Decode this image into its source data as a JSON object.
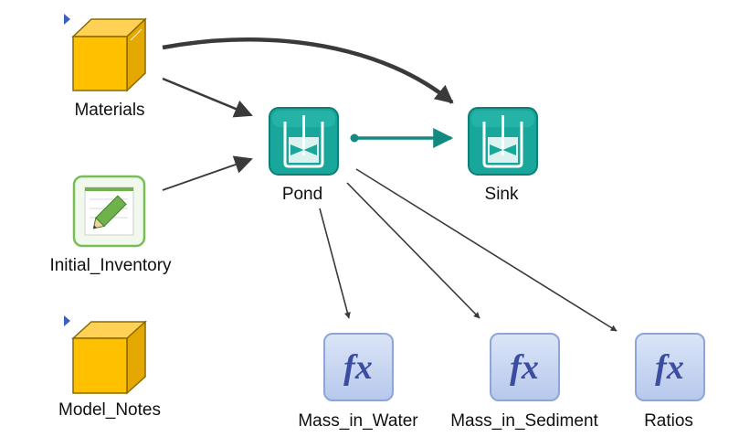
{
  "nodes": {
    "materials": {
      "label": "Materials",
      "type": "container",
      "expandable": true
    },
    "initial_inventory": {
      "label": "Initial_Inventory",
      "type": "data-input"
    },
    "model_notes": {
      "label": "Model_Notes",
      "type": "container",
      "expandable": true
    },
    "pond": {
      "label": "Pond",
      "type": "cell-pathway"
    },
    "sink": {
      "label": "Sink",
      "type": "cell-pathway"
    },
    "mass_in_water": {
      "label": "Mass_in_Water",
      "type": "expression"
    },
    "mass_in_sediment": {
      "label": "Mass_in_Sediment",
      "type": "expression"
    },
    "ratios": {
      "label": "Ratios",
      "type": "expression"
    }
  },
  "links": [
    {
      "from": "Materials",
      "to": "Pond",
      "style": "influence"
    },
    {
      "from": "Materials",
      "to": "Sink",
      "style": "influence-bold"
    },
    {
      "from": "Initial_Inventory",
      "to": "Pond",
      "style": "influence"
    },
    {
      "from": "Pond",
      "to": "Sink",
      "style": "flow"
    },
    {
      "from": "Pond",
      "to": "Mass_in_Water",
      "style": "influence"
    },
    {
      "from": "Pond",
      "to": "Mass_in_Sediment",
      "style": "influence"
    },
    {
      "from": "Pond",
      "to": "Ratios",
      "style": "influence"
    }
  ],
  "icons": {
    "container": "box-icon",
    "data": "pencil-icon",
    "cell": "beaker-icon",
    "expression": "fx-icon",
    "expand": "expand-triangle-icon"
  },
  "colors": {
    "container_fill": "#FFC000",
    "cell_fill": "#1AA79B",
    "flow_link": "#138A7F",
    "influence_link": "#3A3A3A",
    "expression_fill": "#C9D7F2",
    "expression_text": "#3B4DA0",
    "data_border": "#6FB24C"
  }
}
